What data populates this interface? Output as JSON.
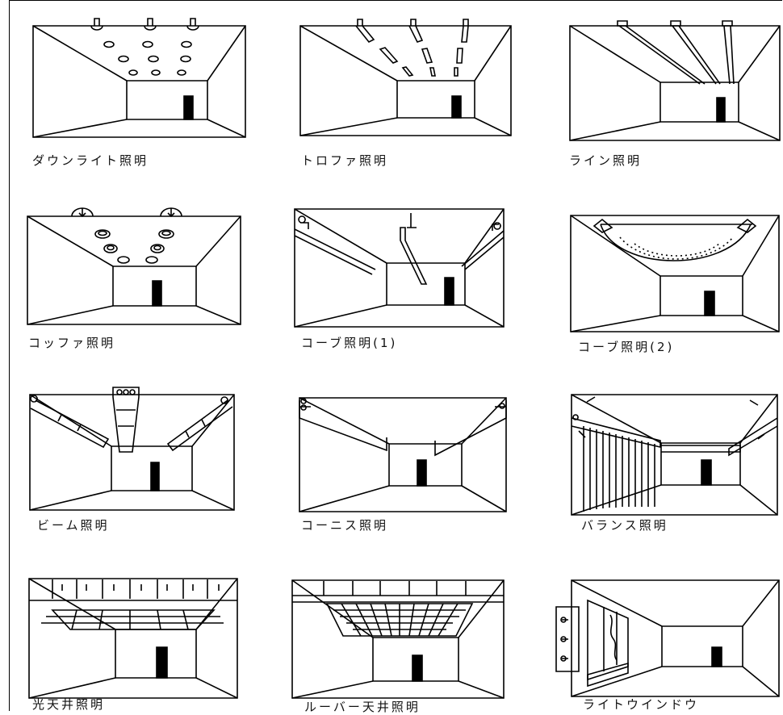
{
  "captions": {
    "downlight": "ダウンライト照明",
    "troffer": "トロファ照明",
    "line": "ライン照明",
    "coffer": "コッファ照明",
    "cove1": "コーブ照明(1)",
    "cove2": "コーブ照明(2)",
    "beam": "ビーム照明",
    "cornice": "コーニス照明",
    "valance": "バランス照明",
    "luminous_ceiling": "光天井照明",
    "louver_ceiling": "ルーバー天井照明",
    "light_window": "ライトウインドウ"
  }
}
